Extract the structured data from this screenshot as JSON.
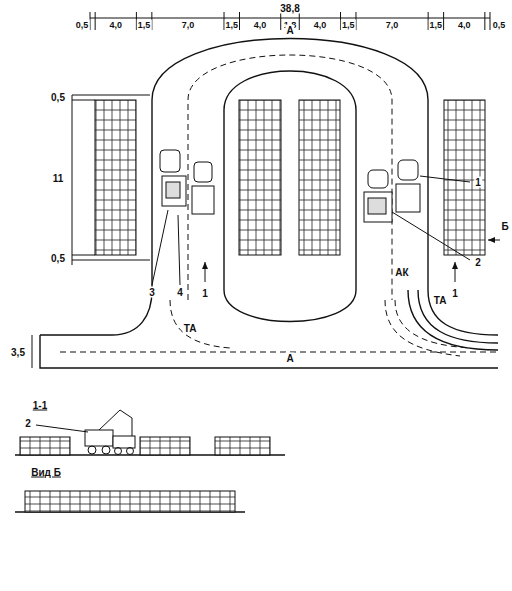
{
  "diagram": {
    "labels": [
      "38,8",
      "0,5",
      "4,0",
      "1,5",
      "7,0",
      "1,5",
      "4,0",
      "1,8",
      "4,0",
      "1,5",
      "7,0",
      "1,5",
      "4,0",
      "0,5",
      "0,5",
      "11",
      "0,5",
      "А",
      "1",
      "Б",
      "3",
      "4",
      "1",
      "2",
      "1",
      "АК",
      "ТА",
      "ТА",
      "А",
      "3,5",
      "1-1",
      "2",
      "Вид Б"
    ]
  }
}
